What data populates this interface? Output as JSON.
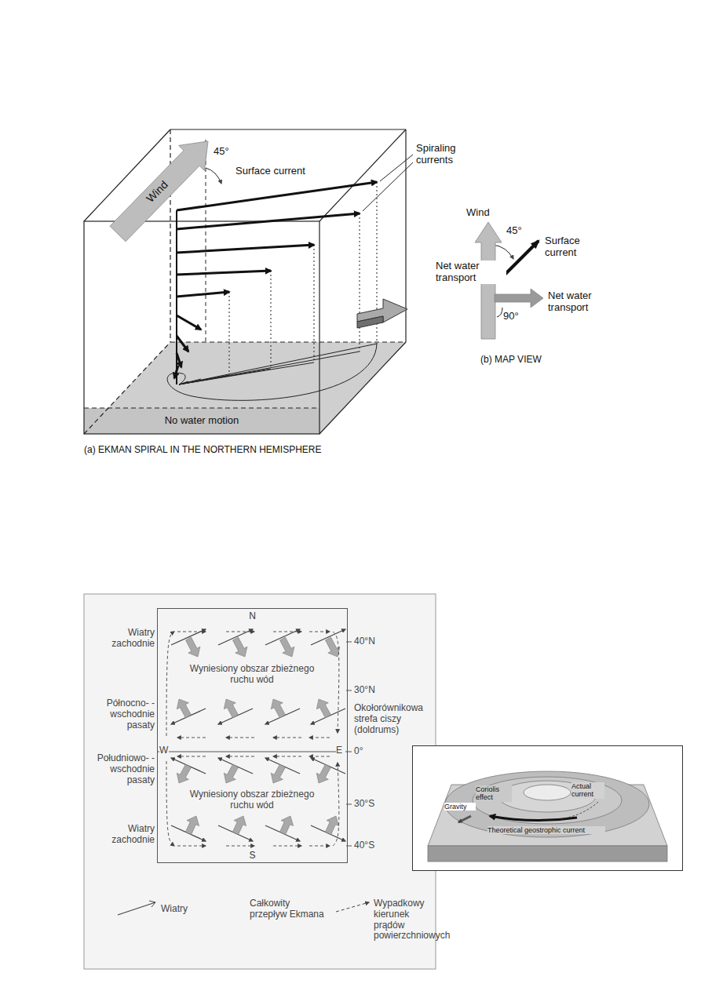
{
  "diagram": {
    "nodes": [
      {
        "text": [
          "N",
          "Wyniesiony obszar zbieżnego ruchu wód",
          "Wyniesiony obszar zbieżnego ruchu wód",
          "S"
        ]
      },
      {
        "text": [
          "Coriolis effect",
          "Actual current",
          "Gravity",
          "Theoretical geostrophic current"
        ]
      }
    ],
    "labels": [
      "Wind",
      "45°",
      "Surface current",
      "Spiraling currents",
      "Net water transport",
      "No water motion",
      "(a) EKMAN SPIRAL IN THE NORTHERN HEMISPHERE",
      "Wind",
      "45°",
      "Surface current",
      "Net water transport",
      "90°",
      "(b) MAP VIEW",
      "Wiatry zachodnie",
      "40°N",
      "30°N",
      "Północno- -wschodnie pasaty",
      "Okołorównikowa strefa ciszy (doldrums)",
      "W",
      "E",
      "0°",
      "Południowo- -wschodnie pasaty",
      "30°S",
      "Wiatry zachodnie",
      "40°S"
    ],
    "legend": [
      {
        "text": "Wiatry"
      },
      {
        "text": "Całkowity przepływ Ekmana"
      },
      {
        "text": "Wypadkowy kierunek prądów powierzchniowych"
      }
    ]
  }
}
